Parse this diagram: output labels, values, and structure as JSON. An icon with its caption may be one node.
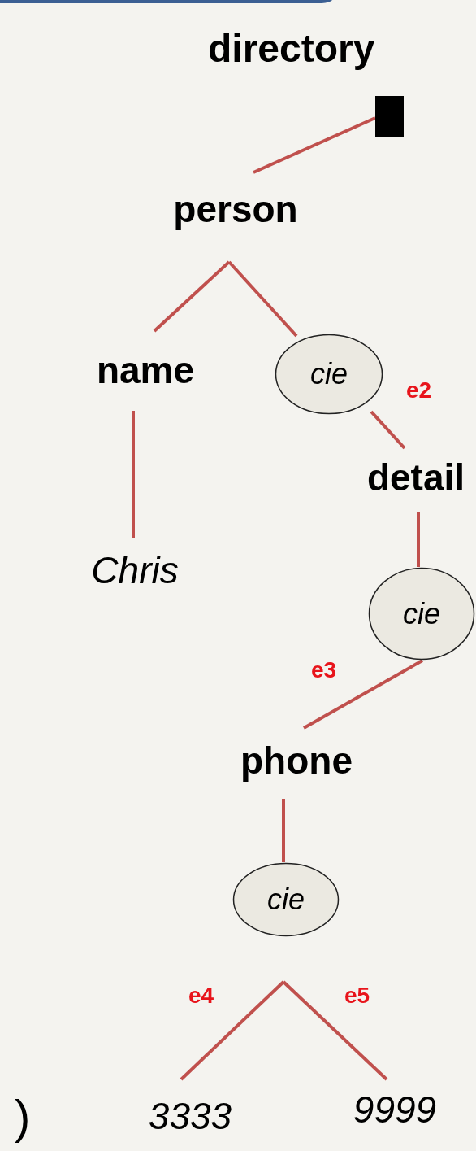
{
  "diagram": {
    "nodes": [
      {
        "text": [],
        "shape": "box",
        "beside": [
          "directory"
        ]
      },
      {
        "text": [
          "person"
        ]
      },
      {
        "text": [
          "name"
        ]
      },
      {
        "text": [
          "cie"
        ]
      },
      {
        "text": [
          "Chris"
        ]
      },
      {
        "text": [
          "detail"
        ]
      },
      {
        "text": [
          "cie"
        ]
      },
      {
        "text": [
          "phone"
        ]
      },
      {
        "text": [
          "cie"
        ]
      },
      {
        "text": [
          "3333"
        ]
      },
      {
        "text": [
          "9999"
        ]
      }
    ],
    "edges": [
      {
        "from": 0,
        "to": 1,
        "arrow": "none"
      },
      {
        "from": 1,
        "to": 2,
        "arrow": "none"
      },
      {
        "from": 1,
        "to": 3,
        "arrow": "none"
      },
      {
        "from": 2,
        "to": 4,
        "arrow": "none"
      },
      {
        "from": 3,
        "to": 5,
        "arrow": "none",
        "label": "e2"
      },
      {
        "from": 5,
        "to": 6,
        "arrow": "none"
      },
      {
        "from": 6,
        "to": 7,
        "arrow": "none",
        "label": "e3"
      },
      {
        "from": 7,
        "to": 8,
        "arrow": "none"
      },
      {
        "from": 8,
        "to": 9,
        "arrow": "none",
        "label": "e4"
      },
      {
        "from": 8,
        "to": 10,
        "arrow": "none",
        "label": "e5"
      }
    ],
    "labels": [
      ")"
    ]
  }
}
